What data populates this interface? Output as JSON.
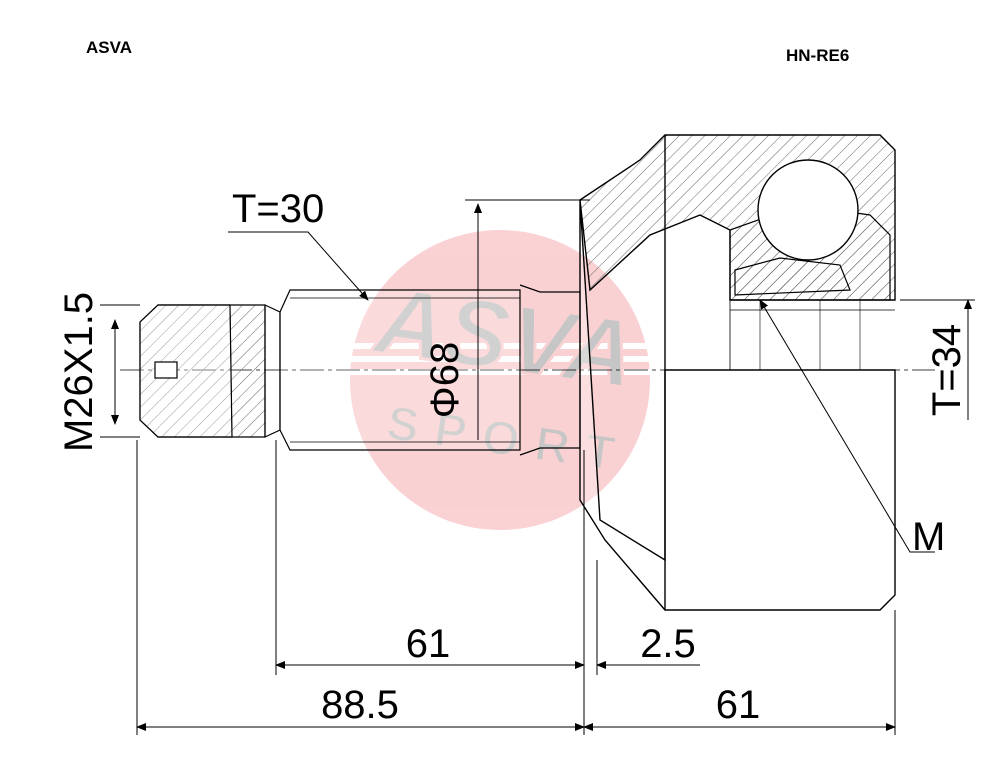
{
  "header": {
    "brand": "ASVA",
    "part_number": "HN-RE6"
  },
  "watermark": {
    "line1": "ASVA",
    "line2": "SPORT",
    "color": "#e8323c"
  },
  "dimensions": {
    "thread": "M26X1.5",
    "spline_left": "T=30",
    "diameter": "Φ68",
    "spline_right": "T=34",
    "marker": "M",
    "dim_61_top": "61",
    "dim_2_5": "2.5",
    "dim_88_5": "88.5",
    "dim_61_bottom": "61"
  }
}
